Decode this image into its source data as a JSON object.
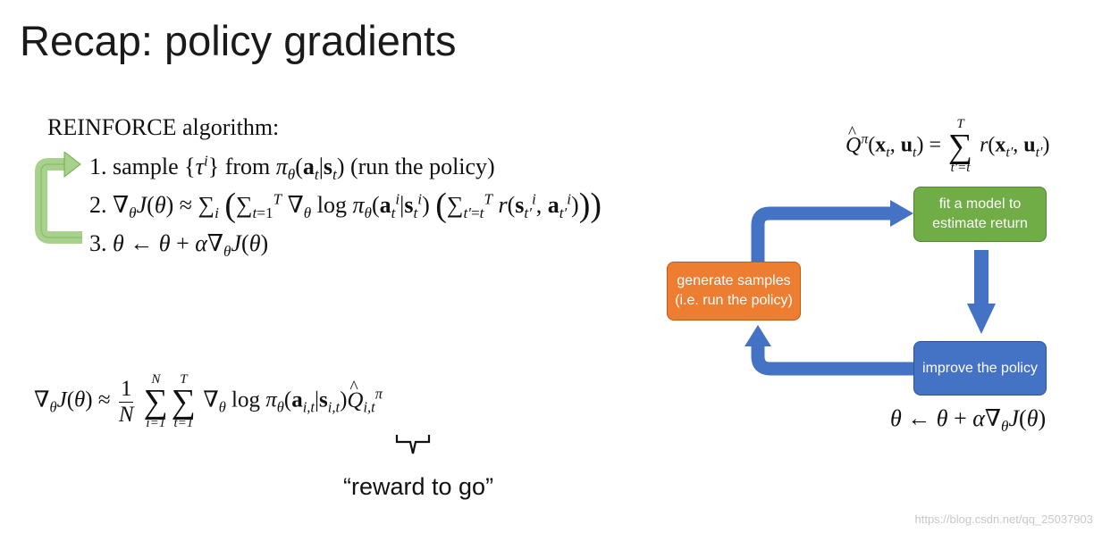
{
  "title": "Recap: policy gradients",
  "algorithm": {
    "heading": "REINFORCE algorithm:",
    "step1_label": "1.",
    "step1_word1": "sample",
    "step1_word2": "from",
    "step1_word3": "(run the policy)",
    "step2_label": "2.",
    "step3_label": "3."
  },
  "diagram": {
    "box_fit_model": "fit a model to estimate return",
    "box_generate": "generate samples (i.e. run the policy)",
    "box_improve": "improve the policy",
    "colors": {
      "green": "#70ad47",
      "orange": "#ed7d31",
      "blue": "#4472c4",
      "loop_arrow": "#a9d18e"
    }
  },
  "caption": "“reward to go”",
  "watermark": "https://blog.csdn.net/qq_25037903"
}
